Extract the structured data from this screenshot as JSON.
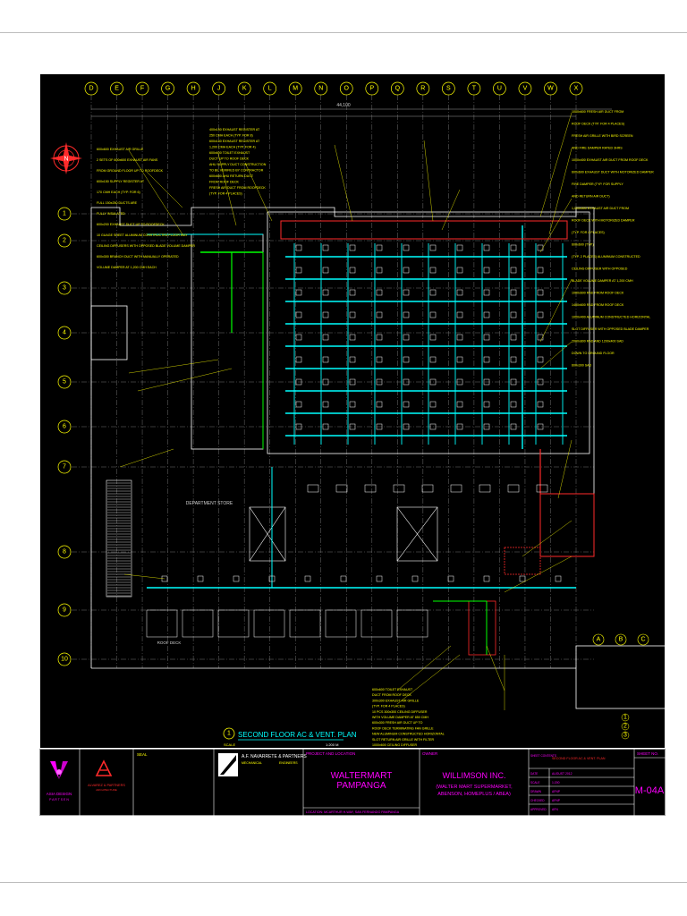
{
  "drawing": {
    "title": "SECOND FLOOR AC & VENT. PLAN",
    "title_number": "1",
    "scale_label": "SCALE",
    "scale_value": "1:200 M",
    "overall_dim": "44,100",
    "grid_columns": [
      "D",
      "E",
      "F",
      "G",
      "H",
      "J",
      "K",
      "L",
      "M",
      "N",
      "O",
      "P",
      "Q",
      "R",
      "S",
      "T",
      "U",
      "V",
      "W",
      "X"
    ],
    "grid_rows": [
      "1",
      "2",
      "3",
      "4",
      "5",
      "6",
      "7",
      "8",
      "9",
      "10"
    ],
    "grid_rows_small": [
      "1",
      "2",
      "3"
    ],
    "grid_cols_small": [
      "A",
      "B",
      "C"
    ],
    "labels": {
      "department_store": "DEPARTMENT STORE",
      "roof_deck": "ROOF DECK"
    },
    "notes_left": [
      "600x600 EXHAUST AIR GRILLE",
      "2 SETS OF 600x600 EXHAUST AIR FANS",
      "FROM GROUND FLOOR UP TO ROOFDECK",
      "600x150 SUPPLY REGISTER AT",
      "170 CMH EACH (TYP. FOR 6)",
      "FULL 150x250 DUCTS ARE",
      "FULLY INSULATED",
      "600x200 EXHAUST DUCT UP TO ROOFDECK",
      "10 GUAGE SHEET ALUMINUM CONSTRUCTED FLOOR WAY",
      "CEILING DIFFUSERS WITH OPPOSED BLADE VOLUME DAMPER",
      "600x300 BRANCH DUCT WITH MANUALLY OPERATED",
      "VOLUME DAMPER AT 1,200 CMH EACH"
    ],
    "notes_top": [
      "400x150 EXHAUST REGISTER AT",
      "250 CMH EACH (TYP. FOR 8)",
      "600x150 EXHAUST REGISTER AT",
      "1,200 CMH EACH (TYP. FOR 4)",
      "600x600 TOILET EXHAUST",
      "DUCT UP TO ROOF DECK",
      "AHU SUPPLY DUCT CONSTRUCTION",
      "TO BE VERIFIED BY CONTRACTOR",
      "600x600 AHU RETURN DUCT",
      "FROM ROOF DECK",
      "FRESH AIR DUCT FROM ROOFDECK",
      "(TYP. FOR 4 PLACES)"
    ],
    "notes_right": [
      "1000x600 FRESH AIR DUCT FROM",
      "ROOF DECK (TYP. FOR 4 PLACES)",
      "FRESH AIR GRILLE WITH BIRD SCREEN",
      "AND FIRE DAMPER RATED 3HRS",
      "1000x400 EXHAUST AIR DUCT FROM ROOF DECK",
      "600x600 EXHAUST DUCT WITH MOTORIZED DAMPER",
      "FIRE DAMPER (TYP. FOR SUPPLY",
      "AND RETURN AIR DUCT)",
      "1,000x500 EXHAUST AIR DUCT FROM",
      "ROOF DECK WITH MOTORIZED DAMPER",
      "(TYP. FOR 4 PLACES)",
      "600x600 (TYP.)",
      "(TYP. 2 PLACES) ALUMINUM CONSTRUCTED",
      "CEILING DIFFUSER WITH OPPOSED",
      "BLADE VOLUME DAMPER AT 1,200 CMH",
      "1000x600 RAD FROM ROOF DECK",
      "1400x600 RAD FROM ROOF DECK",
      "1000x400 ALUMINUM CONSTRUCTED HORIZONTAL",
      "SLOT DIFFUSER WITH OPPOSED BLADE DAMPER",
      "2000x800 RAD AND 1200x400 SAD",
      "DOWN TO GROUND FLOOR",
      "600x300 SAD"
    ],
    "notes_bottom": [
      "600x600 TOILET EXHAUST",
      "DUCT FROM ROOF DECK",
      "300x300 EXHAUST AIR GRILLE",
      "(TYP. FOR 4 PLACES)",
      "10 PCS 300x300 CEILING DIFFUSER",
      "WITH VOLUME DAMPER AT 850 CMH",
      "600x300 FRESH AIR DUCT UP TO",
      "ROOF DECK TERMINATING FAN GRILLE",
      "NEW ALUMINUM CONSTRUCTED HORIZONTAL",
      "SLOT RETURN AIR GRILLE WITH FILTER",
      "1000x600 CEILING DIFFUSER",
      "WITH VOLUME DAMPER AT 240 CMH"
    ]
  },
  "titleblock": {
    "designer_logo_text": "ASIA DESIGN",
    "designer_logo_sub": "P A R T S E N",
    "architect_logo_text": "ALVAREZ & PARTNERS",
    "architect_logo_sub": "ARCHITECTURE",
    "seal_label": "SEAL",
    "engineer_name": "A.F. NAVARRETE & PARTNERS",
    "engineer_sub_left": "MECHANICAL",
    "engineer_sub_right": "ENGINEERS",
    "project_label": "PROJECT AND LOCATION",
    "project_name_line1": "WALTERMART",
    "project_name_line2": "PAMPANGA",
    "project_location": "LOCATION: MCARTHUR H-WAY, SAN FERNANDO PAMPANGA",
    "owner_label": "OWNER",
    "owner_name": "WILLIMSON INC.",
    "owner_detail_line1": "(WALTER MART SUPERMARKET,",
    "owner_detail_line2": "ABENSON, HOMEPLUS / ABEA)",
    "sheet_contents_label": "SHEET CONTENTS",
    "sheet_contents_value": "SECOND FLOOR AC & VENT. PLAN",
    "sheet_no_label": "SHEET NO.",
    "sheet_no_value": "M-04A",
    "meta_rows": [
      {
        "label": "DATE",
        "value": "AUGUST 2012"
      },
      {
        "label": "SCALE",
        "value": "1:200"
      },
      {
        "label": "DRAWN",
        "value": "AFNP"
      },
      {
        "label": "CHECKED",
        "value": "AFNP"
      },
      {
        "label": "APPROVED",
        "value": "AFN"
      }
    ]
  },
  "colors": {
    "background": "#000000",
    "grid": "#8a8a8a",
    "supply_duct": "#00ffff",
    "notes": "#ffff00",
    "return_duct": "#ff2a2a",
    "exhaust": "#00ff00",
    "titleblock_text": "#ff00ff",
    "outline": "#ffffff"
  }
}
